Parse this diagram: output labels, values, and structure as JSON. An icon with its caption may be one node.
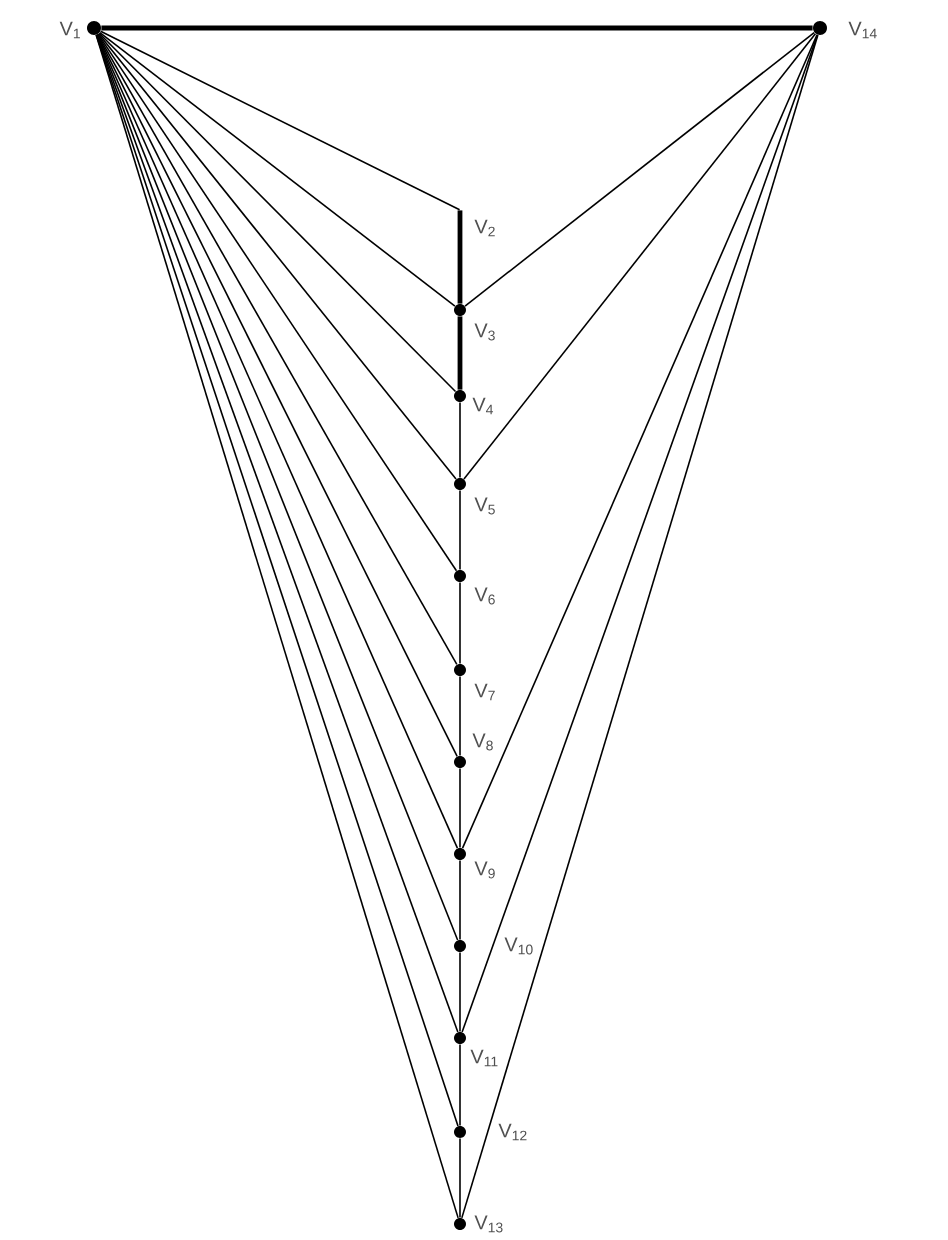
{
  "diagram": {
    "nodes": [
      {
        "text": [
          "V$_{1}$"
        ]
      },
      {
        "text": [
          "V$_{14}$"
        ]
      },
      {
        "text": [
          "V$_{2}$"
        ]
      },
      {
        "text": [
          "V$_{3}$"
        ]
      },
      {
        "text": [
          "V$_{4}$"
        ]
      },
      {
        "text": [
          "V$_{5}$"
        ]
      },
      {
        "text": [
          "V$_{6}$"
        ]
      },
      {
        "text": [
          "V$_{7}$"
        ]
      },
      {
        "text": [
          "V$_{8}$"
        ]
      },
      {
        "text": [
          "V$_{9}$"
        ]
      },
      {
        "text": [
          "V$_{10}$"
        ]
      },
      {
        "text": [
          "V$_{11}$"
        ]
      },
      {
        "text": [
          "V$_{12}$"
        ]
      },
      {
        "text": [
          "V$_{13}$"
        ]
      }
    ],
    "edges": [
      {
        "from": 0,
        "to": 1,
        "arrow": "none",
        "style": "thick"
      },
      {
        "from": 0,
        "to": 2,
        "arrow": "none"
      },
      {
        "from": 0,
        "to": 3,
        "arrow": "none"
      },
      {
        "from": 0,
        "to": 4,
        "arrow": "none"
      },
      {
        "from": 0,
        "to": 5,
        "arrow": "none"
      },
      {
        "from": 0,
        "to": 6,
        "arrow": "none"
      },
      {
        "from": 0,
        "to": 7,
        "arrow": "none"
      },
      {
        "from": 0,
        "to": 8,
        "arrow": "none"
      },
      {
        "from": 0,
        "to": 9,
        "arrow": "none"
      },
      {
        "from": 0,
        "to": 10,
        "arrow": "none"
      },
      {
        "from": 0,
        "to": 11,
        "arrow": "none"
      },
      {
        "from": 0,
        "to": 12,
        "arrow": "none"
      },
      {
        "from": 0,
        "to": 13,
        "arrow": "none"
      },
      {
        "from": 2,
        "to": 3,
        "arrow": "none",
        "style": "thick"
      },
      {
        "from": 3,
        "to": 4,
        "arrow": "none",
        "style": "thick"
      },
      {
        "from": 4,
        "to": 5,
        "arrow": "none"
      },
      {
        "from": 5,
        "to": 6,
        "arrow": "none"
      },
      {
        "from": 6,
        "to": 7,
        "arrow": "none"
      },
      {
        "from": 7,
        "to": 8,
        "arrow": "none"
      },
      {
        "from": 8,
        "to": 9,
        "arrow": "none"
      },
      {
        "from": 9,
        "to": 10,
        "arrow": "none"
      },
      {
        "from": 10,
        "to": 11,
        "arrow": "none"
      },
      {
        "from": 11,
        "to": 12,
        "arrow": "none"
      },
      {
        "from": 12,
        "to": 13,
        "arrow": "none"
      },
      {
        "from": 1,
        "to": 3,
        "arrow": "none"
      },
      {
        "from": 1,
        "to": 5,
        "arrow": "none"
      },
      {
        "from": 1,
        "to": 9,
        "arrow": "none"
      },
      {
        "from": 1,
        "to": 11,
        "arrow": "none"
      },
      {
        "from": 1,
        "to": 13,
        "arrow": "none"
      }
    ]
  }
}
